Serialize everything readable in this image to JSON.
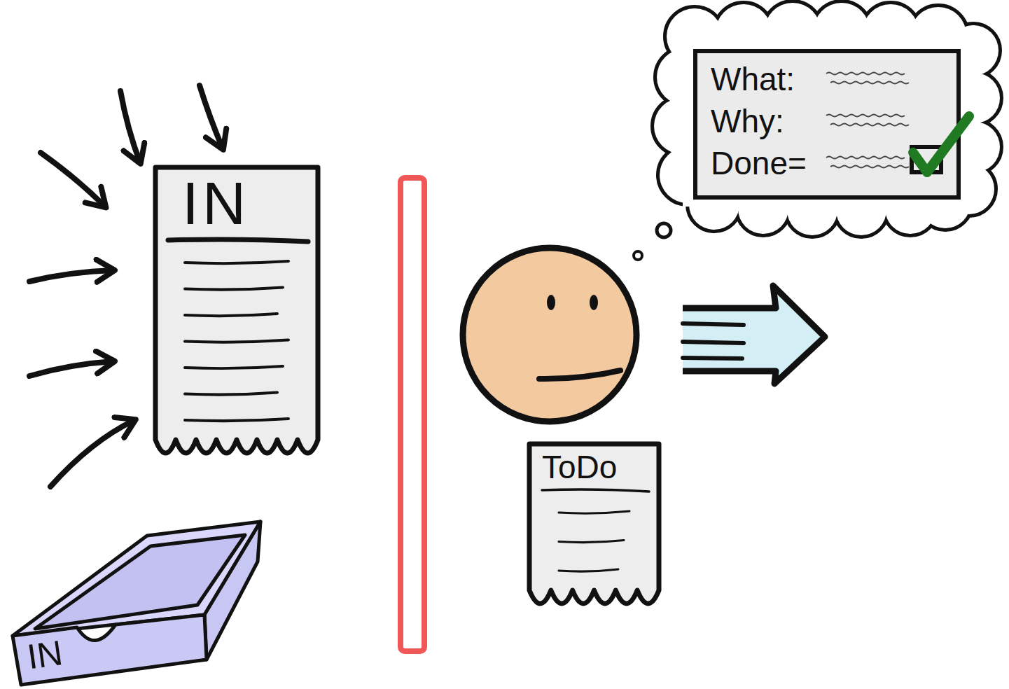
{
  "diagram": {
    "nodes": [
      {
        "text": [
          "IN"
        ]
      },
      {
        "text": [
          "IN"
        ]
      },
      {
        "text": [
          "What:",
          "Why:",
          "Done="
        ]
      },
      {
        "text": [
          "ToDo"
        ]
      }
    ]
  }
}
